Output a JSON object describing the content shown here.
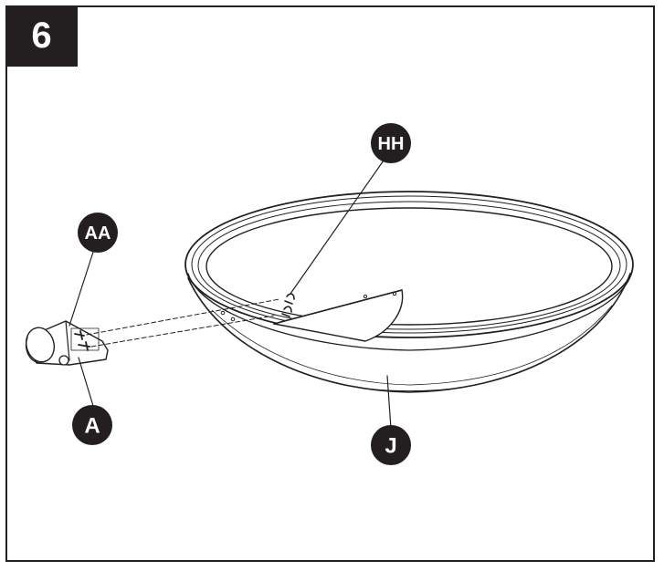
{
  "step": {
    "number": "6"
  },
  "callouts": {
    "hh": "HH",
    "aa": "AA",
    "a": "A",
    "j": "J"
  },
  "colors": {
    "ink": "#231f20",
    "paper": "#ffffff"
  }
}
